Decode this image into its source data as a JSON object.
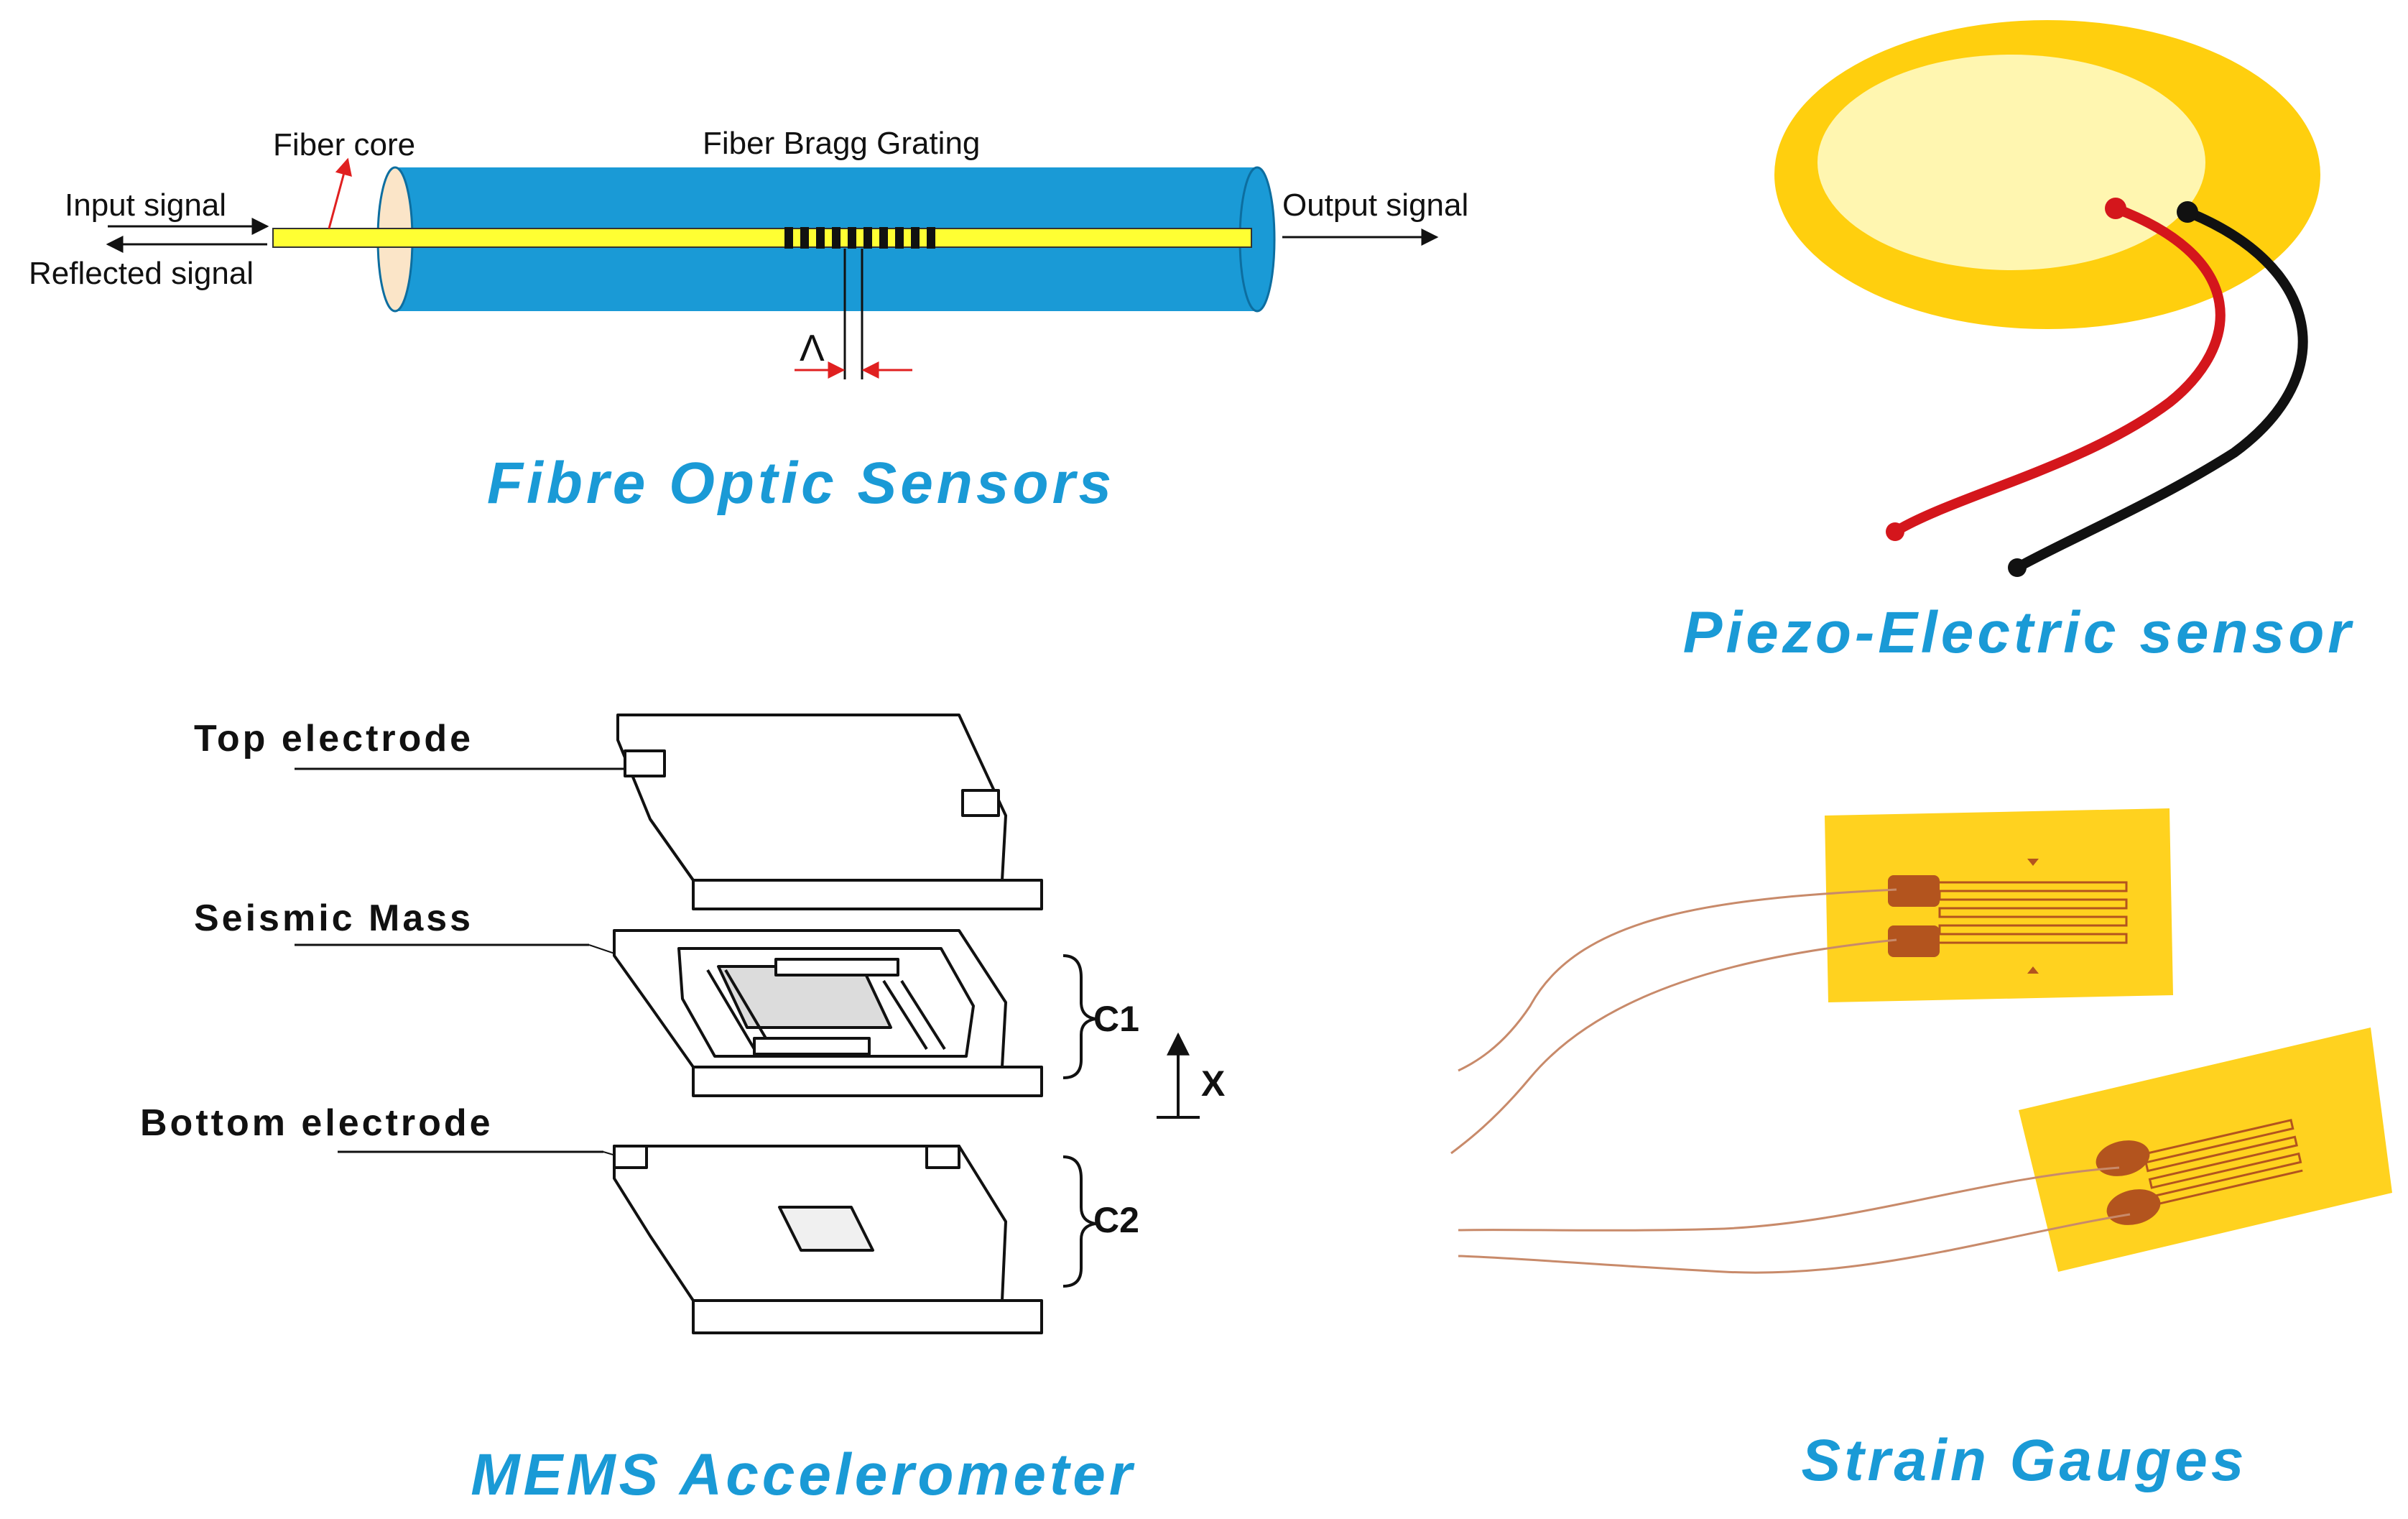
{
  "colors": {
    "caption_blue": "#1a9ad6",
    "fiber_blue": "#1a9ad6",
    "fiber_core": "#ffff33",
    "piezo_outer": "#ffcf0e",
    "piezo_inner": "#fff6b0",
    "wire_red": "#d4161c",
    "wire_black": "#111111",
    "gauge_yellow": "#ffd21f",
    "gauge_copper": "#b3541e"
  },
  "fibre_optic": {
    "label_fiber_core": "Fiber core",
    "label_grating": "Fiber Bragg Grating",
    "label_input": "Input signal",
    "label_reflected": "Reflected signal",
    "label_output": "Output signal",
    "label_period": "Λ",
    "caption": "Fibre Optic Sensors"
  },
  "piezo": {
    "caption": "Piezo-Electric sensor"
  },
  "mems": {
    "label_top": "Top electrode",
    "label_mass": "Seismic Mass",
    "label_bottom": "Bottom electrode",
    "label_c1": "C1",
    "label_c2": "C2",
    "label_x": "X",
    "caption": "MEMS Accelerometer"
  },
  "strain": {
    "caption": "Strain Gauges"
  }
}
